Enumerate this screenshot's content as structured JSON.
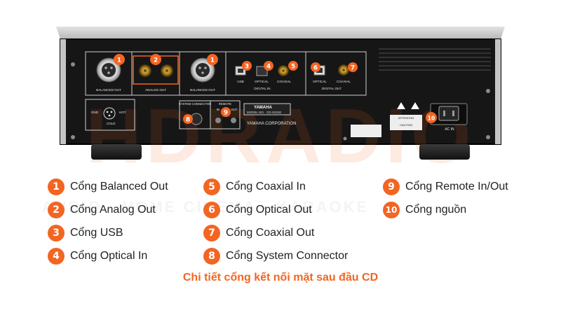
{
  "device": {
    "brand_plate": "YAMAHA",
    "model_label": "MODEL NO.",
    "model_value": "CD-S2100",
    "corp": "YAMAHA CORPORATION",
    "jacks": {
      "balanced_out": "BALANCED OUT",
      "analog_out": "ANALOG OUT",
      "usb": "USB",
      "optical": "OPTICAL",
      "coaxial": "COAXIAL",
      "digital_in": "DIGITAL IN",
      "digital_out": "DIGITAL OUT",
      "system_connector": "SYSTEM CONNECTOR",
      "remote": "REMOTE",
      "remote_in": "IN",
      "remote_out": "OUT",
      "gnd": "GND",
      "hot": "HOT",
      "cold": "COLD",
      "ac_in": "AC IN",
      "attention": "ATTENTION",
      "caution": "CAUTION"
    }
  },
  "watermark": {
    "main": "HDRADIO",
    "sub": "AUDIO - HOME CINEMA - KARAOKE"
  },
  "markers": [
    "1",
    "2",
    "3",
    "4",
    "5",
    "6",
    "7",
    "8",
    "9",
    "10"
  ],
  "legend": [
    {
      "num": "1",
      "label": "Cổng Balanced Out"
    },
    {
      "num": "2",
      "label": "Cổng Analog Out"
    },
    {
      "num": "3",
      "label": "Cổng USB"
    },
    {
      "num": "4",
      "label": "Cổng Optical In"
    },
    {
      "num": "5",
      "label": "Cổng Coaxial In"
    },
    {
      "num": "6",
      "label": "Cổng Optical Out"
    },
    {
      "num": "7",
      "label": "Cổng Coaxial Out"
    },
    {
      "num": "8",
      "label": "Cổng System Connector"
    },
    {
      "num": "9",
      "label": "Cổng Remote In/Out"
    },
    {
      "num": "10",
      "label": "Cổng nguồn"
    }
  ],
  "caption": "Chi tiết cổng kết nối mặt sau đầu CD",
  "colors": {
    "accent": "#f26522",
    "chassis": "#151515",
    "panel_top": "#c9c9c9"
  }
}
